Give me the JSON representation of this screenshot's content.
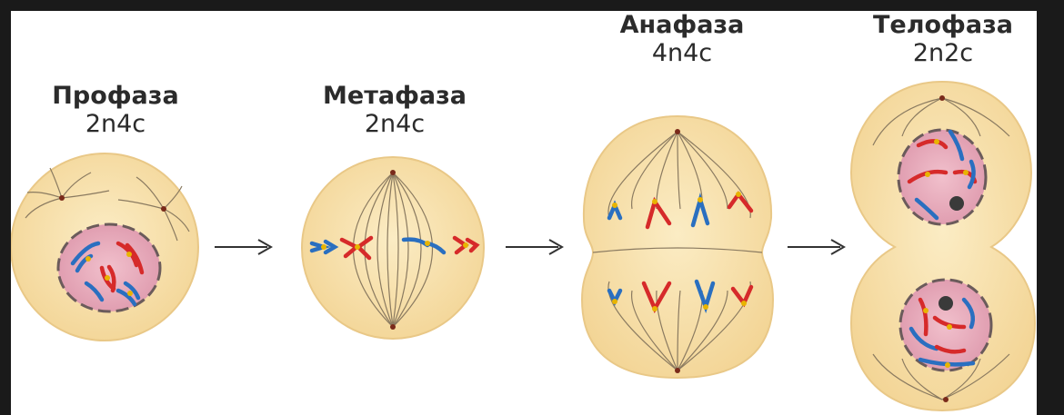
{
  "phases": [
    {
      "name": "Профаза",
      "ploidy": "2n4c"
    },
    {
      "name": "Метафаза",
      "ploidy": "2n4c"
    },
    {
      "name": "Анафаза",
      "ploidy": "4n4c"
    },
    {
      "name": "Телофаза",
      "ploidy": "2n2c"
    }
  ],
  "colors": {
    "background": "#1a1a1a",
    "cell_fill": "#f6dfa6",
    "cell_edge": "#e8c77e",
    "spindle": "#8a7a60",
    "nucleus_fill": "#e6a6b8",
    "chromosome_red": "#d62a2a",
    "chromosome_blue": "#2a6fc0",
    "centromere": "#e8b400",
    "arrow": "#333333"
  }
}
